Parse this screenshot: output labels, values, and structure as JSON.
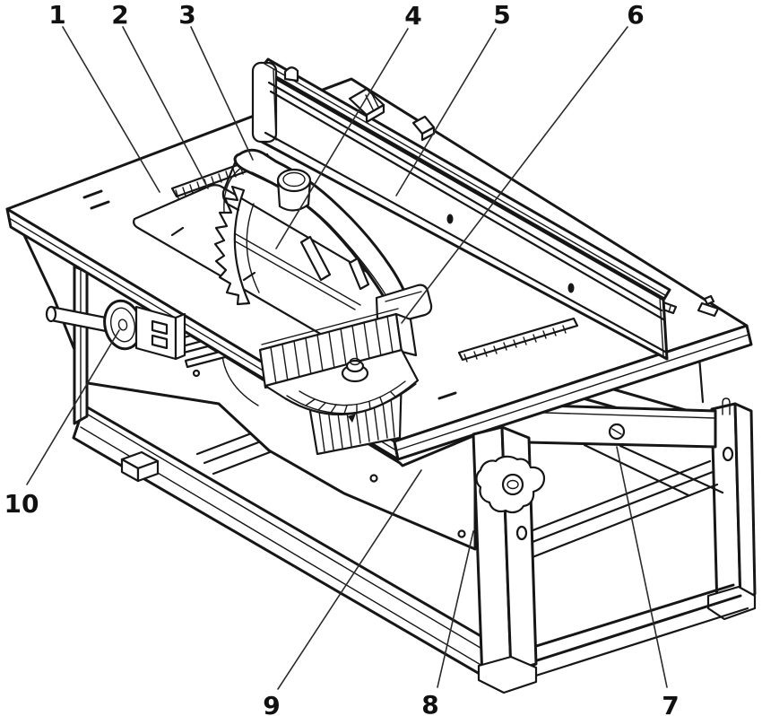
{
  "figure": {
    "kind": "table-saw-parts-diagram",
    "background_color": "#ffffff",
    "line_color": "#161616",
    "leader_color": "#2a2a2a"
  },
  "callouts": [
    {
      "label": "1"
    },
    {
      "label": "2"
    },
    {
      "label": "3"
    },
    {
      "label": "4"
    },
    {
      "label": "5"
    },
    {
      "label": "6"
    },
    {
      "label": "7"
    },
    {
      "label": "8"
    },
    {
      "label": "9"
    },
    {
      "label": "10"
    }
  ]
}
